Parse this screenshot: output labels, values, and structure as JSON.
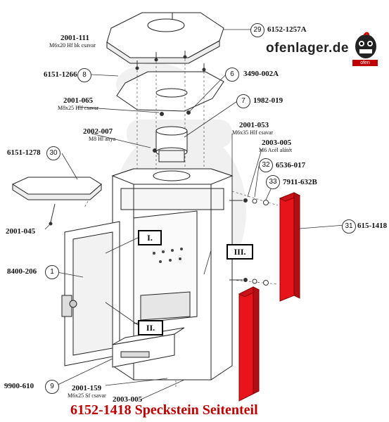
{
  "title": "6152-1418 Speckstein Seitenteil",
  "logo": {
    "text": "ofenlager.de",
    "badge_text": "ofen"
  },
  "callouts": [
    {
      "id": "c29",
      "num": "29",
      "part": "6152-1257A",
      "sub": ""
    },
    {
      "id": "c8",
      "num": "8",
      "part": "6151-1266",
      "sub": ""
    },
    {
      "id": "c6",
      "num": "6",
      "part": "3490-002A",
      "sub": ""
    },
    {
      "id": "c7",
      "num": "7",
      "part": "1982-019",
      "sub": ""
    },
    {
      "id": "c30",
      "num": "30",
      "part": "6151-1278",
      "sub": ""
    },
    {
      "id": "c32",
      "num": "32",
      "part": "6536-017",
      "sub": ""
    },
    {
      "id": "c33",
      "num": "33",
      "part": "7911-632B",
      "sub": ""
    },
    {
      "id": "c31",
      "num": "31",
      "part": "615-1418",
      "sub": ""
    },
    {
      "id": "c1",
      "num": "1",
      "part": "8400-206",
      "sub": ""
    },
    {
      "id": "c9",
      "num": "9",
      "part": "9900-610",
      "sub": ""
    }
  ],
  "screws": [
    {
      "id": "s111",
      "part": "2001-111",
      "sub": "M6x20 Hf bk csavar"
    },
    {
      "id": "s065",
      "part": "2001-065",
      "sub": "M8x25 Hlf csavar"
    },
    {
      "id": "s007",
      "part": "2002-007",
      "sub": "M8 Hl anya"
    },
    {
      "id": "s053",
      "part": "2001-053",
      "sub": "M6x35 Hlf csavar"
    },
    {
      "id": "s005a",
      "part": "2003-005",
      "sub": "M6 Acél alátét"
    },
    {
      "id": "s045",
      "part": "2001-045",
      "sub": ""
    },
    {
      "id": "s159",
      "part": "2001-159",
      "sub": "M6x25 Sf csavar"
    },
    {
      "id": "s005b",
      "part": "2003-005",
      "sub": ""
    }
  ],
  "roman_labels": [
    "I.",
    "II.",
    "III."
  ],
  "colors": {
    "highlight": "#e8141c",
    "title": "#c00000",
    "line": "#222222"
  }
}
